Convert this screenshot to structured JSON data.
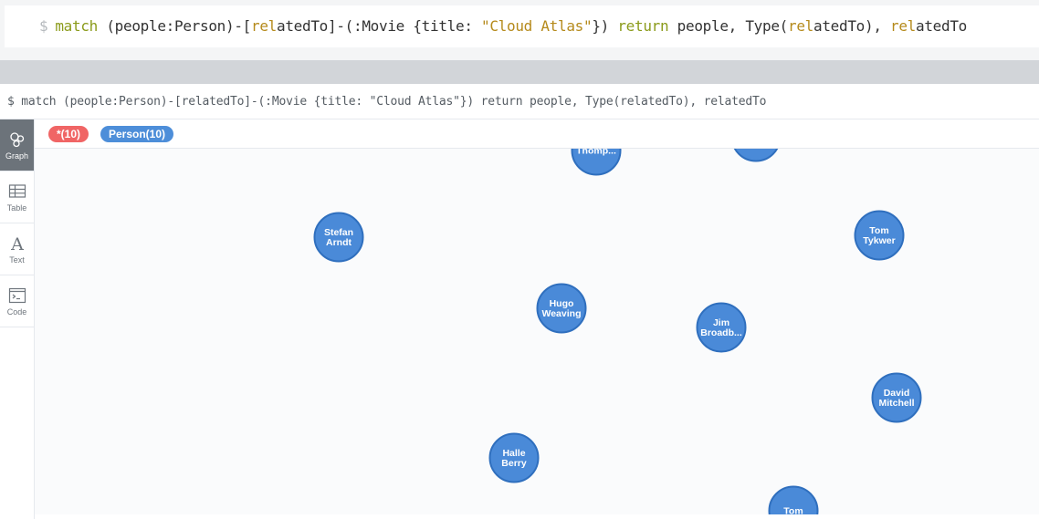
{
  "editor": {
    "prompt": "$",
    "query_parts": [
      {
        "text": "match",
        "cls": "kw"
      },
      {
        "text": " (people:Person)-[",
        "cls": ""
      },
      {
        "text": "rel",
        "cls": "hl"
      },
      {
        "text": "atedTo]-(:Movie {title: ",
        "cls": ""
      },
      {
        "text": "\"Cloud Atlas\"",
        "cls": "str"
      },
      {
        "text": "}) ",
        "cls": ""
      },
      {
        "text": "return",
        "cls": "kw"
      },
      {
        "text": " people, Type(",
        "cls": ""
      },
      {
        "text": "rel",
        "cls": "hl"
      },
      {
        "text": "atedTo), ",
        "cls": ""
      },
      {
        "text": "rel",
        "cls": "hl"
      },
      {
        "text": "atedTo",
        "cls": ""
      }
    ]
  },
  "frame": {
    "title": "$ match (people:Person)-[relatedTo]-(:Movie {title: \"Cloud Atlas\"}) return people, Type(relatedTo), relatedTo"
  },
  "sidebar": {
    "items": [
      {
        "label": "Graph",
        "icon": "graph-icon",
        "active": true
      },
      {
        "label": "Table",
        "icon": "table-icon",
        "active": false
      },
      {
        "label": "Text",
        "icon": "text-icon",
        "active": false
      },
      {
        "label": "Code",
        "icon": "code-icon",
        "active": false
      }
    ]
  },
  "legend": {
    "all_label": "*(10)",
    "person_label": "Person(10)",
    "colors": {
      "all": "#f06565",
      "person": "#4d8ed9"
    }
  },
  "graph": {
    "node_color": "#4a8ad8",
    "node_stroke": "#2f6fbe",
    "nodes": [
      {
        "lines": [
          "Thomp..."
        ]
      },
      {
        "lines": [
          ""
        ]
      },
      {
        "lines": [
          "Stefan",
          "Arndt"
        ]
      },
      {
        "lines": [
          "Tom",
          "Tykwer"
        ]
      },
      {
        "lines": [
          "Hugo",
          "Weaving"
        ]
      },
      {
        "lines": [
          "Jim",
          "Broadb..."
        ]
      },
      {
        "lines": [
          "David",
          "Mitchell"
        ]
      },
      {
        "lines": [
          "Halle",
          "Berry"
        ]
      },
      {
        "lines": [
          "Tom"
        ]
      }
    ]
  }
}
